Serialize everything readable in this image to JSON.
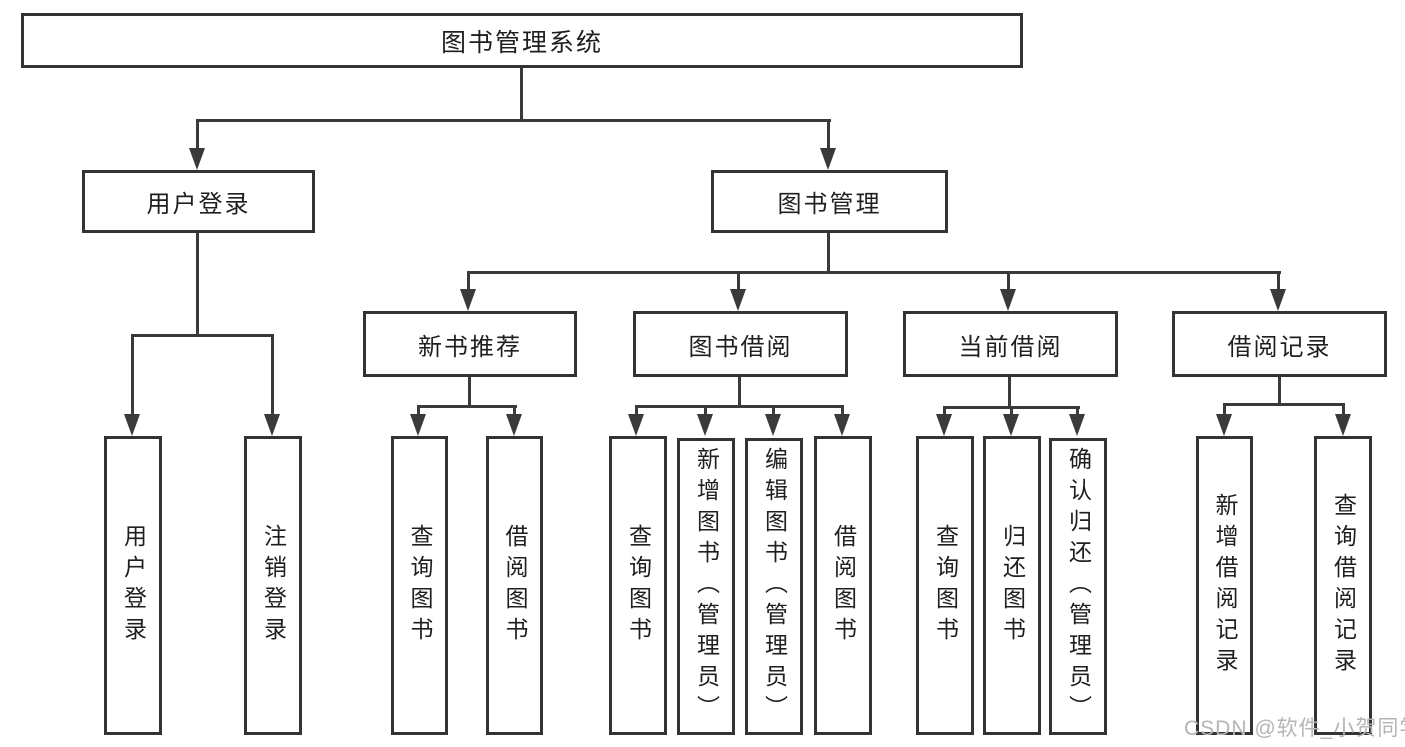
{
  "diagram": {
    "watermark": "CSDN @软件_小贺同学",
    "colors": {
      "line": "#3a3a3a",
      "border": "#333333",
      "text": "#1f1f1f",
      "background": "#ffffff",
      "watermark": "#b5b5b5"
    },
    "nodes": {
      "root": "图书管理系统",
      "user_login": "用户登录",
      "book_mgmt": "图书管理",
      "new_rec": "新书推荐",
      "borrow": "图书借阅",
      "current": "当前借阅",
      "records": "借阅记录",
      "leaf_user_login": "用户登录",
      "leaf_logout": "注销登录",
      "rec_query_book": "查询图书",
      "rec_borrow_book": "借阅图书",
      "bor_query_book": "查询图书",
      "bor_add_book": "新增图书（管理员）",
      "bor_edit_book": "编辑图书（管理员）",
      "bor_borrow_book": "借阅图书",
      "cur_query_book": "查询图书",
      "cur_return_book": "归还图书",
      "cur_confirm_return": "确认归还（管理员）",
      "log_add_record": "新增借阅记录",
      "log_query_record": "查询借阅记录"
    }
  }
}
